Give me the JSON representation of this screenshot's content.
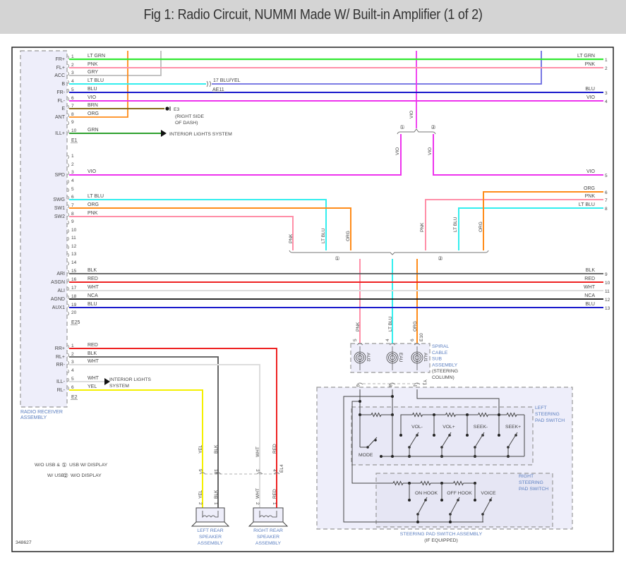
{
  "title": "Fig 1: Radio Circuit, NUMMI Made W/ Built-in Amplifier (1 of 2)",
  "diagram_id": "348627",
  "colors": {
    "LT GRN": "#33e833",
    "PNK": "#ff8fa8",
    "GRY": "#bbbbbb",
    "LT BLU": "#33eeee",
    "BLU": "#1a1acc",
    "VIO": "#ee33ee",
    "BRN": "#8a6a1e",
    "ORG": "#ff8c1a",
    "GRN": "#2ea02e",
    "BLK": "#555555",
    "RED": "#ee2222",
    "WHT": "#dddddd",
    "NCA": "#111111",
    "YEL": "#f5f000",
    "box_fill": "#eeeefa",
    "label_blue": "#5a7ec0"
  },
  "radio_receiver": {
    "label_line1": "RADIO RECEIVER",
    "label_line2": "ASSEMBLY",
    "connectors": [
      {
        "id": "E1",
        "pins": [
          {
            "pin": "1",
            "name": "FR+",
            "wire": "LT GRN"
          },
          {
            "pin": "2",
            "name": "FL+",
            "wire": "PNK"
          },
          {
            "pin": "3",
            "name": "ACC",
            "wire": "GRY"
          },
          {
            "pin": "4",
            "name": "B",
            "wire": "LT BLU"
          },
          {
            "pin": "5",
            "name": "FR-",
            "wire": "BLU"
          },
          {
            "pin": "6",
            "name": "FL-",
            "wire": "VIO"
          },
          {
            "pin": "7",
            "name": "E",
            "wire": "BRN"
          },
          {
            "pin": "8",
            "name": "ANT",
            "wire": "ORG"
          },
          {
            "pin": "9",
            "name": "",
            "wire": ""
          },
          {
            "pin": "10",
            "name": "ILL+",
            "wire": "GRN"
          }
        ]
      },
      {
        "id": "E25",
        "pins": [
          {
            "pin": "1",
            "name": "",
            "wire": ""
          },
          {
            "pin": "2",
            "name": "",
            "wire": ""
          },
          {
            "pin": "3",
            "name": "SPD",
            "wire": "VIO"
          },
          {
            "pin": "4",
            "name": "",
            "wire": ""
          },
          {
            "pin": "5",
            "name": "",
            "wire": ""
          },
          {
            "pin": "6",
            "name": "SWG",
            "wire": "LT BLU"
          },
          {
            "pin": "7",
            "name": "SW1",
            "wire": "ORG"
          },
          {
            "pin": "8",
            "name": "SW2",
            "wire": "PNK"
          },
          {
            "pin": "9",
            "name": "",
            "wire": ""
          },
          {
            "pin": "10",
            "name": "",
            "wire": ""
          },
          {
            "pin": "11",
            "name": "",
            "wire": ""
          },
          {
            "pin": "12",
            "name": "",
            "wire": ""
          },
          {
            "pin": "13",
            "name": "",
            "wire": ""
          },
          {
            "pin": "14",
            "name": "",
            "wire": ""
          },
          {
            "pin": "15",
            "name": "ARI",
            "wire": "BLK"
          },
          {
            "pin": "16",
            "name": "ASGN",
            "wire": "RED"
          },
          {
            "pin": "17",
            "name": "ALI",
            "wire": "WHT"
          },
          {
            "pin": "18",
            "name": "AGND",
            "wire": "NCA"
          },
          {
            "pin": "19",
            "name": "AUX1",
            "wire": "BLU"
          },
          {
            "pin": "20",
            "name": "",
            "wire": ""
          }
        ]
      },
      {
        "id": "E2",
        "pins": [
          {
            "pin": "1",
            "name": "RR+",
            "wire": "RED"
          },
          {
            "pin": "2",
            "name": "RL+",
            "wire": "BLK"
          },
          {
            "pin": "3",
            "name": "RR-",
            "wire": "WHT"
          },
          {
            "pin": "4",
            "name": "",
            "wire": ""
          },
          {
            "pin": "5",
            "name": "ILL-",
            "wire": "WHT"
          },
          {
            "pin": "6",
            "name": "RL-",
            "wire": "YEL"
          }
        ]
      }
    ]
  },
  "off_page": [
    {
      "num": "1",
      "wire": "LT GRN"
    },
    {
      "num": "2",
      "wire": "PNK"
    },
    {
      "num": "3",
      "wire": "BLU"
    },
    {
      "num": "4",
      "wire": "VIO"
    },
    {
      "num": "5",
      "wire": "VIO"
    },
    {
      "num": "6",
      "wire": "ORG"
    },
    {
      "num": "7",
      "wire": "PNK"
    },
    {
      "num": "8",
      "wire": "LT BLU"
    },
    {
      "num": "9",
      "wire": "BLK"
    },
    {
      "num": "10",
      "wire": "RED"
    },
    {
      "num": "11",
      "wire": "WHT"
    },
    {
      "num": "12",
      "wire": "NCA"
    },
    {
      "num": "13",
      "wire": "BLU"
    }
  ],
  "ae11": {
    "pin": "17",
    "wire": "BLU/YEL",
    "connector": "AE11"
  },
  "ground": {
    "id": "E3",
    "line1": "(RIGHT SIDE",
    "line2": "OF DASH)"
  },
  "interior_lights_1": "INTERIOR LIGHTS SYSTEM",
  "interior_lights_2": {
    "line1": "INTERIOR LIGHTS",
    "line2": "SYSTEM"
  },
  "splice_labels": {
    "one": "①",
    "two": "②"
  },
  "vertical_wire_labels": {
    "vio": "VIO",
    "pnk": "PNK",
    "ltblu": "LT BLU",
    "org": "ORG",
    "yel": "YEL",
    "blk": "BLK",
    "wht": "WHT",
    "red": "RED"
  },
  "spiral_cable": {
    "connector_top": "E10",
    "connector_bottom": "Y1",
    "pins_top": [
      "5",
      "4",
      "6"
    ],
    "pins_bottom": [
      "9",
      "8",
      "10"
    ],
    "channels": [
      "AU2",
      "EAU",
      "AU1"
    ],
    "label": [
      "SPIRAL",
      "CABLE",
      "SUB",
      "ASSEMBLY",
      "(STEERING",
      "COLUMN)"
    ]
  },
  "steering_pad": {
    "assembly_label": "STEERING PAD SWITCH ASSEMBLY",
    "assembly_note": "(IF EQUIPPED)",
    "left_label": [
      "LEFT",
      "STEERING",
      "PAD SWITCH"
    ],
    "right_label": [
      "RIGHT",
      "STEERING",
      "PAD SWITCH"
    ],
    "left_switches": [
      "MODE",
      "VOL-",
      "VOL+",
      "SEEK-",
      "SEEK+"
    ],
    "right_switches": [
      "ON HOOK",
      "OFF HOOK",
      "VOICE"
    ]
  },
  "speaker_connector": {
    "id": "EL4",
    "pins": [
      "9",
      "10",
      "3",
      "4"
    ]
  },
  "speakers": {
    "left": {
      "label": [
        "LEFT REAR",
        "SPEAKER",
        "ASSEMBLY"
      ],
      "pins": [
        "2",
        "1"
      ]
    },
    "right": {
      "label": [
        "RIGHT REAR",
        "SPEAKER",
        "ASSEMBLY"
      ],
      "pins": [
        "2",
        "1"
      ]
    }
  },
  "legend": {
    "line1_a": "W/O USB &",
    "line1_sym": "①",
    "line1_b": "USB W/ DISPLAY",
    "line2_a": "W/ USB",
    "line2_sym": "②",
    "line2_b": "W/O DISPLAY"
  }
}
